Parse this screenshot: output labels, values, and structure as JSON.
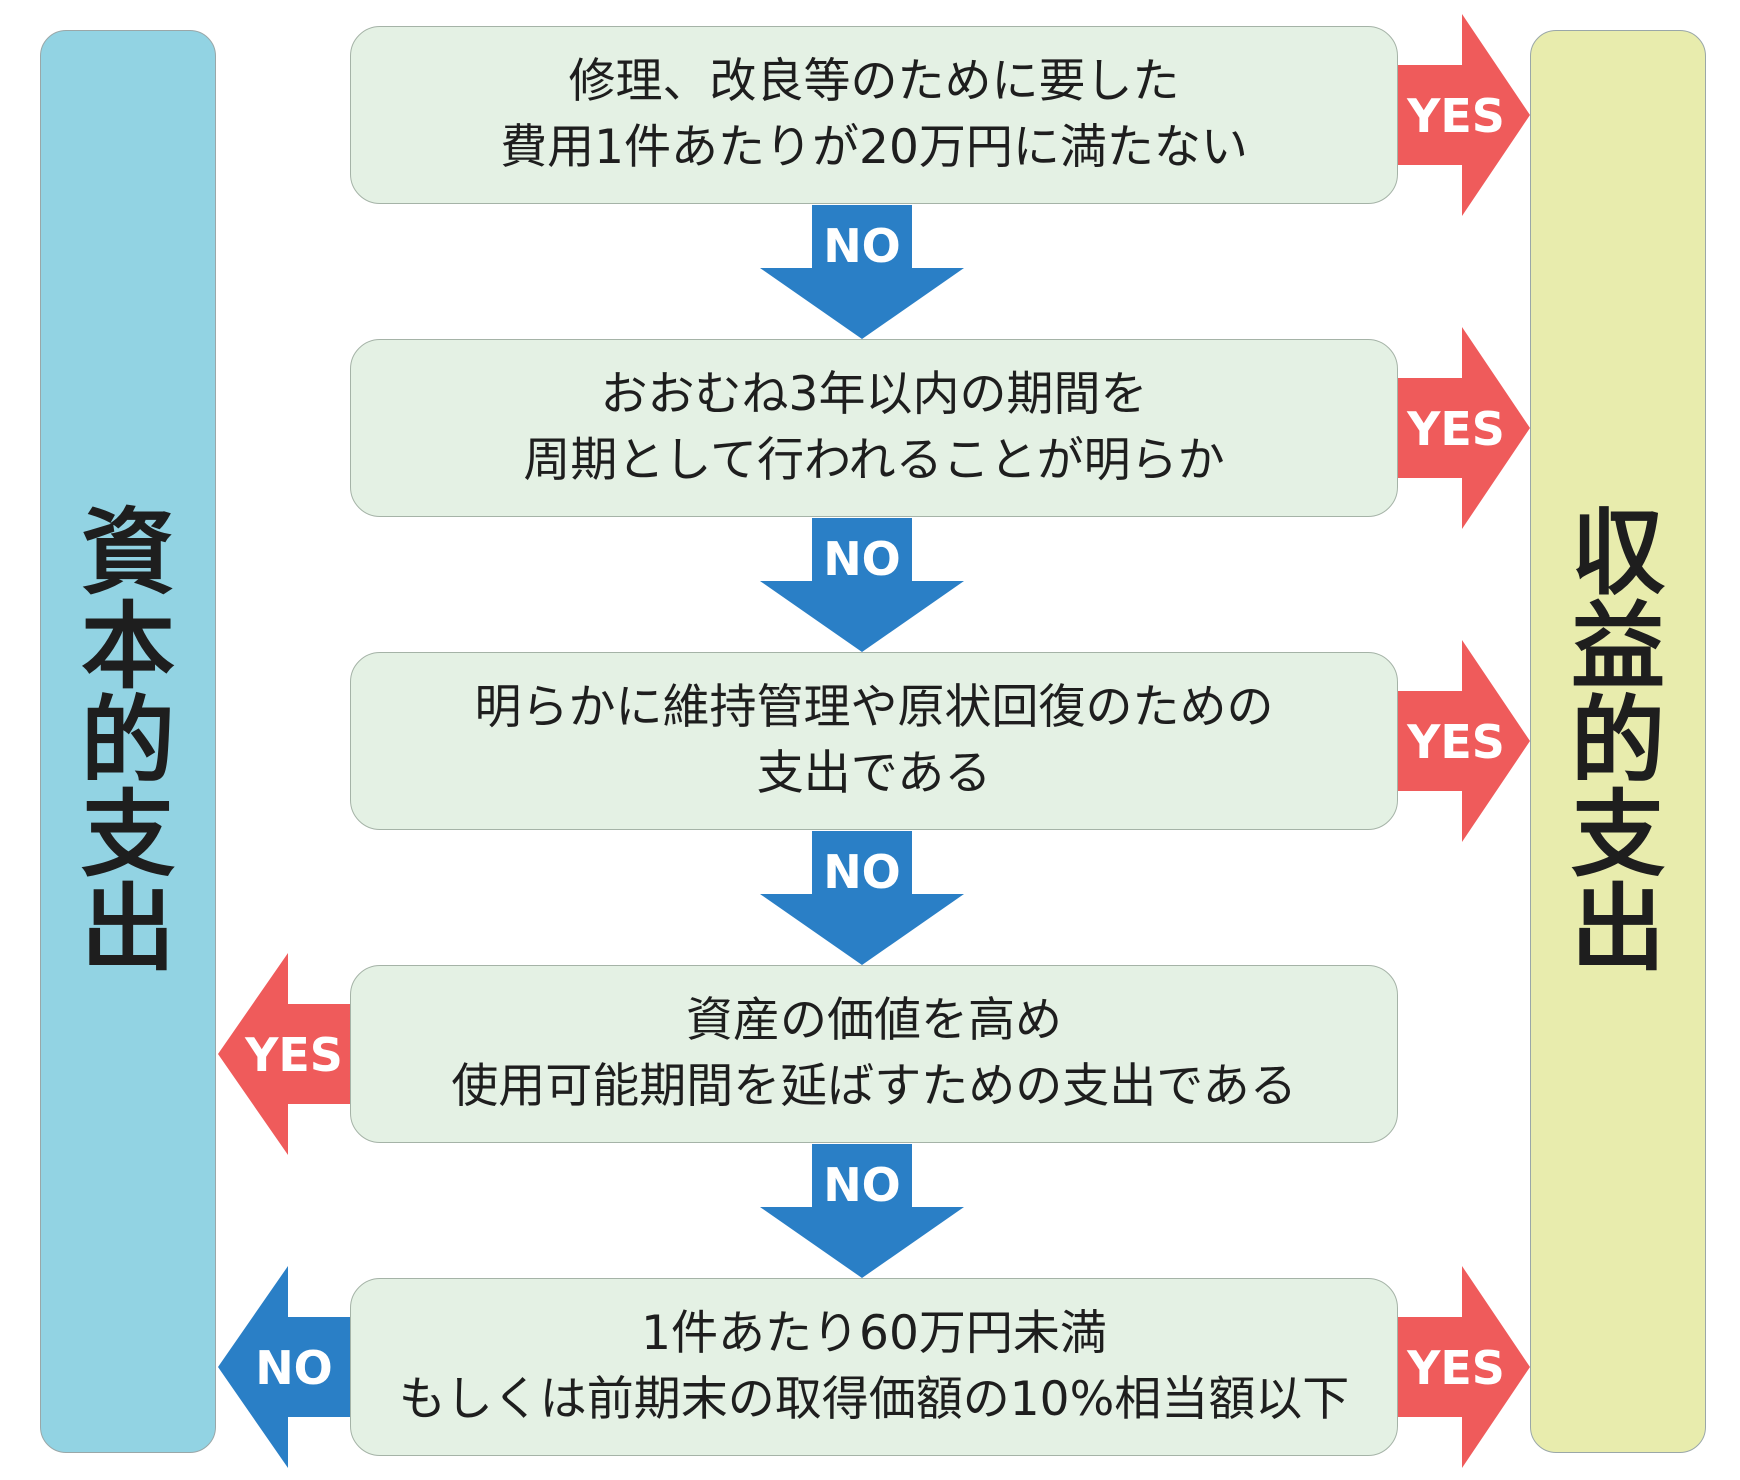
{
  "capital_column": {
    "label": "資本的支出",
    "color": "#92d3e3"
  },
  "revenue_column": {
    "label": "収益的支出",
    "color": "#e8ecad"
  },
  "questions": [
    {
      "lines": [
        "修理、改良等のために要した",
        "費用1件あたりが20万円に満たない"
      ],
      "yes_to": "revenue"
    },
    {
      "lines": [
        "おおむね3年以内の期間を",
        "周期として行われることが明らか"
      ],
      "yes_to": "revenue"
    },
    {
      "lines": [
        "明らかに維持管理や原状回復のための",
        "支出である"
      ],
      "yes_to": "revenue"
    },
    {
      "lines": [
        "資産の価値を高め",
        "使用可能期間を延ばすための支出である"
      ],
      "yes_to": "capital"
    },
    {
      "lines": [
        "1件あたり60万円未満",
        "もしくは前期末の取得価額の10%相当額以下"
      ],
      "yes_to": "revenue",
      "no_to": "capital"
    }
  ],
  "labels": {
    "yes": "YES",
    "no": "NO"
  },
  "colors": {
    "yes": "#ef5b5b",
    "no": "#2a7fc6",
    "box": "#e4f1e4"
  }
}
